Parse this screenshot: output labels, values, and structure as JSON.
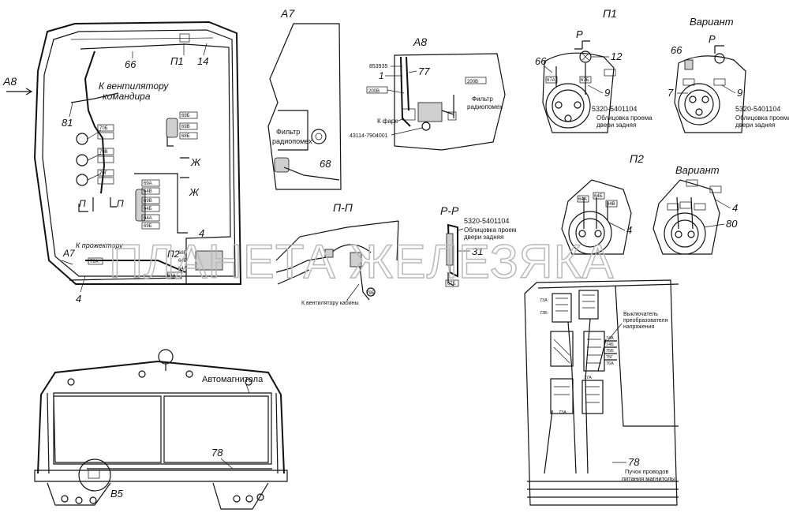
{
  "views": {
    "main": {
      "arrow_label": "А8",
      "callouts": [
        "66",
        "П1",
        "14",
        "81",
        "4",
        "4"
      ],
      "fan_label_1": "К вентилятору",
      "fan_label_2": "командира",
      "floodlight_label": "К прожектору",
      "a7_label": "А7",
      "p2_label": "П2",
      "p_left": "П",
      "p_right": "П",
      "zh_1": "Ж",
      "zh_2": "Ж",
      "tags": [
        "70Б",
        "70В",
        "70Г",
        "69Б",
        "69В",
        "68Б",
        "69А",
        "64В",
        "69В",
        "64Б",
        "64А",
        "69Б",
        "68В",
        "64Б",
        "64А",
        "72А",
        "64А"
      ]
    },
    "a7": {
      "title": "А7",
      "filter_1": "Фильтр",
      "filter_2": "радиопомех",
      "callout": "68"
    },
    "a8": {
      "title": "А8",
      "part_1": "853935",
      "callout_1": "1",
      "callout_77": "77",
      "tag_200b": "200В",
      "tag_200v": "200В",
      "headlight": "К фаре",
      "part_2": "43114-7904001",
      "filter_1": "Фильтр",
      "filter_2": "радиопомех"
    },
    "pp": {
      "title": "П-П",
      "fan_cab": "К вентилятору кабины",
      "tag": "79Б"
    },
    "rr": {
      "title": "Р-Р",
      "part": "5320-5401104",
      "desc_1": "Облицовка проем",
      "desc_2": "двери задняя",
      "callout": "31",
      "tag": "67Б"
    },
    "p1": {
      "title": "П1",
      "variant": "Вариант",
      "p_mark": "Р",
      "callouts": [
        "66",
        "12",
        "9"
      ],
      "callouts_variant": [
        "66",
        "7",
        "9"
      ],
      "part": "5320-5401104",
      "desc_1": "Облицовка проема",
      "desc_2": "двери задняя",
      "tags": [
        "67А",
        "67Б"
      ]
    },
    "p2": {
      "title": "П2",
      "variant": "Вариант",
      "callout_4": "4",
      "callout_variant_4": "4",
      "callout_80": "80",
      "tags": [
        "64А",
        "64Б",
        "64В"
      ]
    },
    "rear": {
      "radio": "Автомагнитола",
      "callout_78": "78",
      "detail": "В5"
    },
    "b5": {
      "switch_1": "Выключатель",
      "switch_2": "преобразователя",
      "switch_3": "напряжения",
      "callout_78": "78",
      "bundle_1": "Пучок проводов",
      "bundle_2": "питания магнитолы",
      "tags": [
        "73А",
        "73Б",
        "74А",
        "74Б",
        "75Б",
        "75Г",
        "76А",
        "77А",
        "73А"
      ]
    }
  },
  "watermark": "ПЛАНЕТА ЖЕЛЕЗЯКА"
}
